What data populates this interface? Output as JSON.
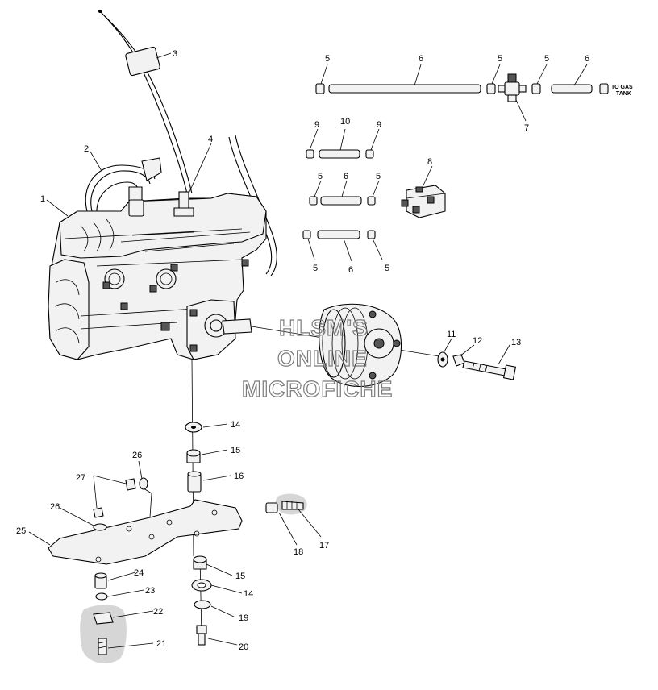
{
  "watermark": {
    "line1": "HLSM'S",
    "line2": "ONLINE",
    "line3": "MICROFICHE"
  },
  "notes": {
    "tank_line1": "TO GAS",
    "tank_line2": "TANK"
  },
  "callouts": [
    "1",
    "2",
    "3",
    "4",
    "5",
    "6",
    "5",
    "5",
    "6",
    "7",
    "9",
    "10",
    "9",
    "5",
    "6",
    "5",
    "8",
    "5",
    "6",
    "5",
    "11",
    "12",
    "13",
    "14",
    "15",
    "16",
    "26",
    "27",
    "26",
    "25",
    "18",
    "17",
    "24",
    "15",
    "23",
    "14",
    "22",
    "19",
    "21",
    "20"
  ]
}
